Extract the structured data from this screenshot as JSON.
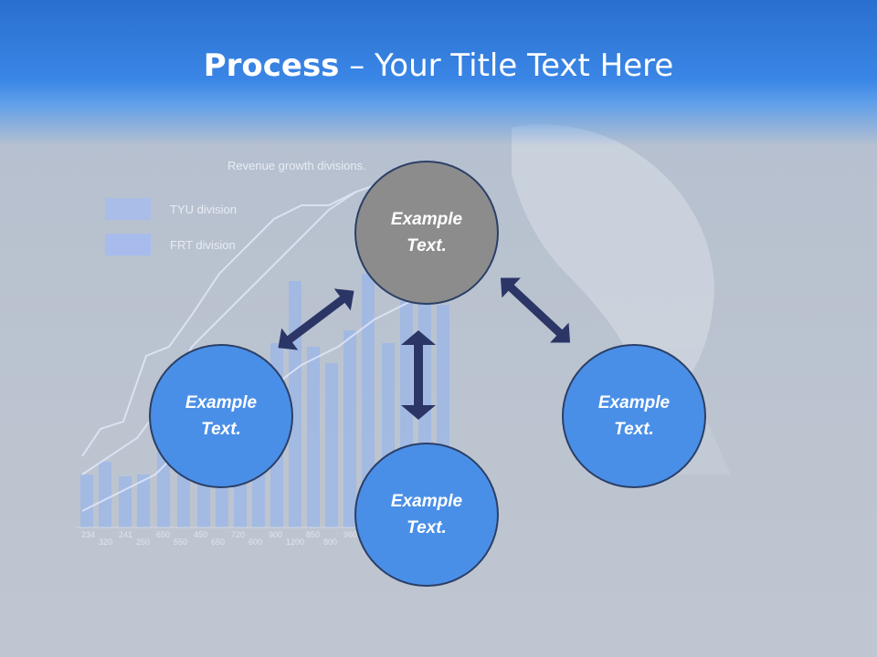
{
  "slide": {
    "title_bold": "Process",
    "title_rest": " – Your Title Text Here"
  },
  "background": {
    "chart_title": "Revenue growth divisions.",
    "legend": [
      "TYU division",
      "FRT division"
    ],
    "tick_row1": [
      "234",
      "241",
      "650",
      "450",
      "720",
      "900",
      "850",
      "960"
    ],
    "tick_row2": [
      "320",
      "250",
      "550",
      "650",
      "600",
      "1200",
      "800"
    ]
  },
  "nodes": {
    "top": {
      "line1": "Example",
      "line2": "Text.",
      "color": "#8c8c8c"
    },
    "left": {
      "line1": "Example",
      "line2": "Text.",
      "color": "#4a8fe7"
    },
    "bottom": {
      "line1": "Example",
      "line2": "Text.",
      "color": "#4a8fe7"
    },
    "right": {
      "line1": "Example",
      "line2": "Text.",
      "color": "#4a8fe7"
    }
  },
  "colors": {
    "arrow": "#2b3566",
    "header": "#2a6fcf",
    "node_border": "#2b3f66"
  }
}
